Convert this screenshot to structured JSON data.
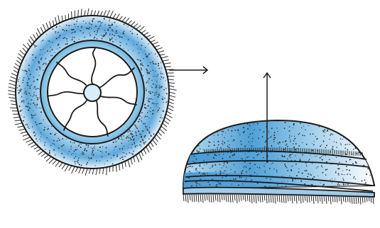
{
  "illustration": {
    "views": [
      {
        "id": "top-view",
        "kind": "disc seen from above"
      },
      {
        "id": "side-view",
        "kind": "dome seen from the side"
      }
    ],
    "arrows": [
      "arrow-right",
      "arrow-up"
    ],
    "colors": {
      "ink": "#1a1a1a",
      "tint": "#6fb7e0",
      "tint_light": "#cfe6f4",
      "paper": "#ffffff"
    }
  }
}
